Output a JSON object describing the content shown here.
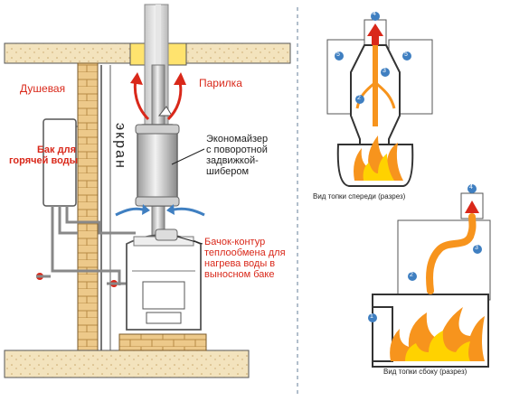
{
  "labels": {
    "shower": "Душевая",
    "steam_room": "Парилка",
    "hot_water_tank": "Бак для\nгорячей воды",
    "screen": "экран",
    "economizer": "Экономайзер\nс поворотной\nзадвижкой-\nшибером",
    "tank_circuit": "Бачок-контур\nтеплообмена для\nнагрева воды в\nвыносном баке",
    "front_view": "Вид топки спереди (разрез)",
    "side_view": "Вид топки сбоку (разрез)"
  },
  "markers": [
    "1",
    "2",
    "3",
    "4",
    "5"
  ],
  "colors": {
    "accent_red": "#d9281a",
    "flame_orange": "#f7941d",
    "flame_yellow": "#ffd200",
    "marker_blue": "#3f7fc1",
    "brick": "#e8c27a",
    "floor": "#f1dfb0"
  }
}
